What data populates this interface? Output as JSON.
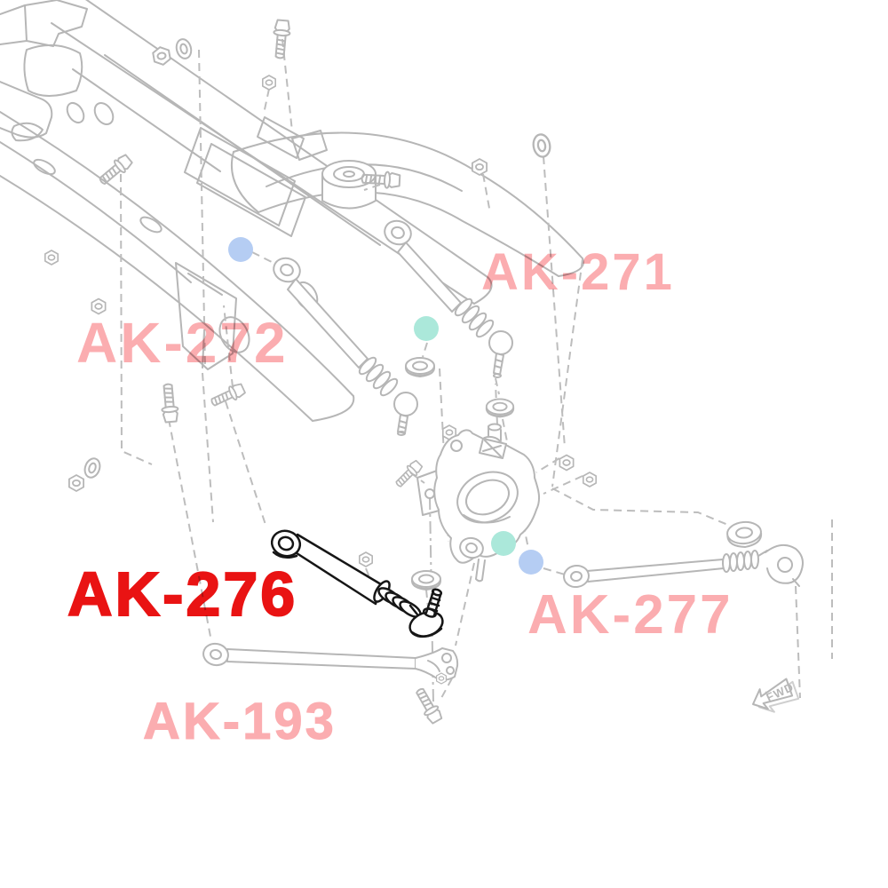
{
  "page": {
    "background": "#ffffff",
    "type": "exploded-parts-diagram",
    "subject": "rear-suspension-parts-diagram"
  },
  "palette": {
    "line_art_gray": "#b6b6b6",
    "highlighted_part_black": "#161616",
    "label_pink": "#fbadb0",
    "label_red": "#e91313",
    "dot_blue": "#b5cdf3",
    "dot_teal": "#abe8da"
  },
  "labels": {
    "ak272": {
      "text": "AK-272",
      "color": "#fbadb0",
      "highlighted": false
    },
    "ak271": {
      "text": "AK-271",
      "color": "#fbadb0",
      "highlighted": false
    },
    "ak276": {
      "text": "AK-276",
      "color": "#e91313",
      "highlighted": true
    },
    "ak277": {
      "text": "AK-277",
      "color": "#fbadb0",
      "highlighted": false
    },
    "ak193": {
      "text": "AK-193",
      "color": "#fbadb0",
      "highlighted": false
    }
  },
  "markers": {
    "subframe_dot": {
      "color": "#b5cdf3"
    },
    "upper_arm_dot": {
      "color": "#abe8da"
    },
    "knuckle_dot_teal": {
      "color": "#abe8da"
    },
    "knuckle_dot_blue": {
      "color": "#b5cdf3"
    }
  },
  "direction_indicator": {
    "text": "FWD"
  }
}
